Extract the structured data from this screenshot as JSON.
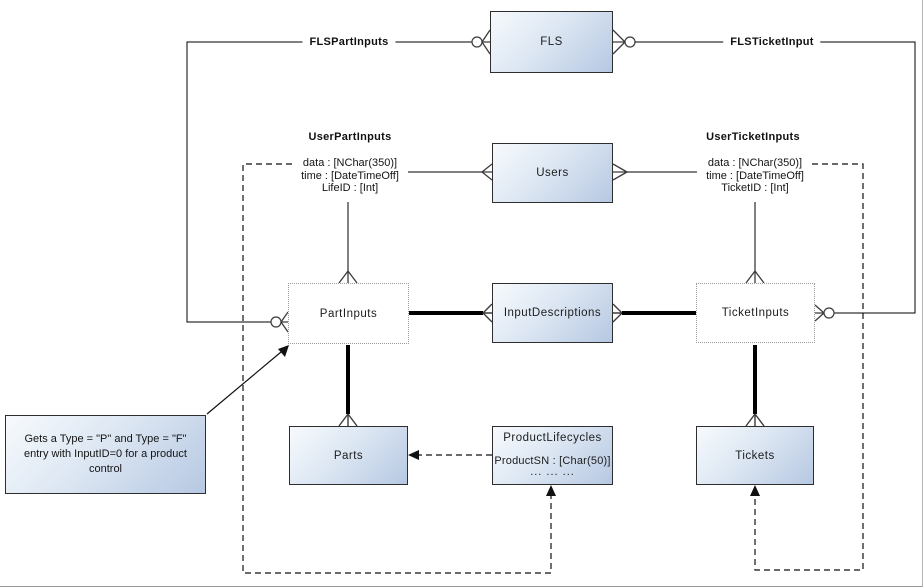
{
  "colors": {
    "box_fill_light": "#f7fafd",
    "box_fill_dark": "#b6c8e2",
    "box_border": "#2e2e2e",
    "line": "#000000",
    "dotted_border": "#9a9a9a"
  },
  "entities": {
    "fls": {
      "label": "FLS"
    },
    "users": {
      "label": "Users"
    },
    "part_inputs": {
      "label": "PartInputs"
    },
    "input_descriptions": {
      "label": "InputDescriptions"
    },
    "ticket_inputs": {
      "label": "TicketInputs"
    },
    "parts": {
      "label": "Parts"
    },
    "product_lifecycles": {
      "label": "ProductLifecycles",
      "attr": "ProductSN : [Char(50)]",
      "dots": "... ... ..."
    },
    "tickets": {
      "label": "Tickets"
    }
  },
  "relationships": {
    "fls_part_inputs": {
      "label": "FLSPartInputs"
    },
    "fls_ticket_input": {
      "label": "FLSTicketInput"
    },
    "user_part_inputs": {
      "label": "UserPartInputs",
      "attrs": [
        "data : [NChar(350)]",
        "time : [DateTimeOff]",
        "LifeID : [Int]"
      ]
    },
    "user_ticket_inputs": {
      "label": "UserTicketInputs",
      "attrs": [
        "data : [NChar(350)]",
        "time : [DateTimeOff]",
        "TicketID : [Int]"
      ]
    }
  },
  "note": {
    "text": "Gets a Type = \"P\" and Type = \"F\" entry with InputID=0 for a product control"
  }
}
